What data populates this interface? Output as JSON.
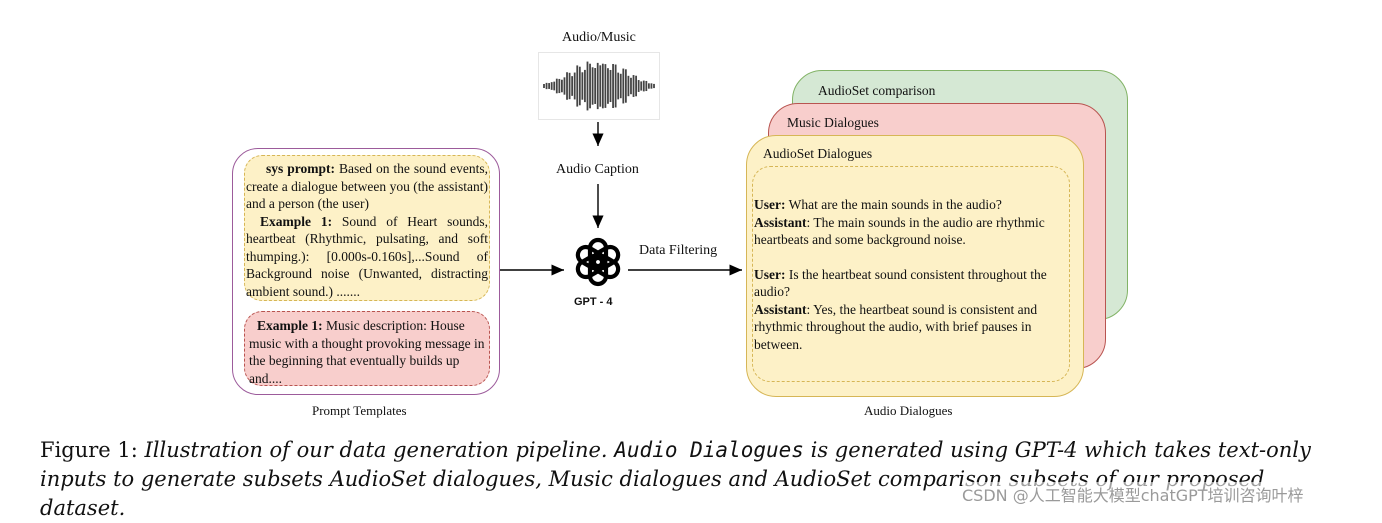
{
  "audio": {
    "title": "Audio/Music",
    "caption_label": "Audio Caption"
  },
  "gpt": {
    "name": "GPT - 4",
    "filter_label": "Data Filtering"
  },
  "templates": {
    "label": "Prompt Templates",
    "sys_prefix": "sys prompt:",
    "sys_text": " Based on the sound events, create a dialogue between you (the assistant) and a person (the user)",
    "ex1_prefix": "Example 1:",
    "ex1_text": " Sound of Heart sounds, heartbeat (Rhythmic, pulsating, and soft thumping.): [0.000s-0.160s],...Sound of Background noise (Unwanted, distracting ambient sound.) .......",
    "ex2_prefix": "Example 1:",
    "ex2_text": " Music description: House music with a thought provoking message in the beginning that eventually builds up and...."
  },
  "dialogues": {
    "label": "Audio Dialogues",
    "card_back": "AudioSet comparison",
    "card_mid": "Music Dialogues",
    "card_front": "AudioSet Dialogues",
    "user_label": "User:",
    "assistant_label": "Assistant",
    "u1": "  What are the main sounds in the audio?",
    "a1": ": The main sounds in the audio are rhythmic heartbeats and some background noise.",
    "u2": " Is the heartbeat sound consistent throughout the audio?",
    "a2": ": Yes, the heartbeat sound is consistent and rhythmic throughout the audio, with brief pauses in between."
  },
  "caption": {
    "prefix": "Figure 1: ",
    "part1": "Illustration of our data generation pipeline. ",
    "dataset": "Audio Dialogues",
    "part2": " is generated using GPT-4 which takes text-only inputs to generate subsets AudioSet dialogues, Music dialogues and AudioSet comparison subsets of our proposed dataset."
  },
  "watermark": "CSDN @人工智能大模型chatGPT培训咨询叶梓",
  "colors": {
    "yellow_fill": "#fdf1c7",
    "yellow_border": "#d6b656",
    "pink_fill": "#f8cecc",
    "pink_border": "#b85450",
    "green_fill": "#d5e8d4",
    "green_border": "#82b366",
    "purple_border": "#9c5b9b"
  }
}
